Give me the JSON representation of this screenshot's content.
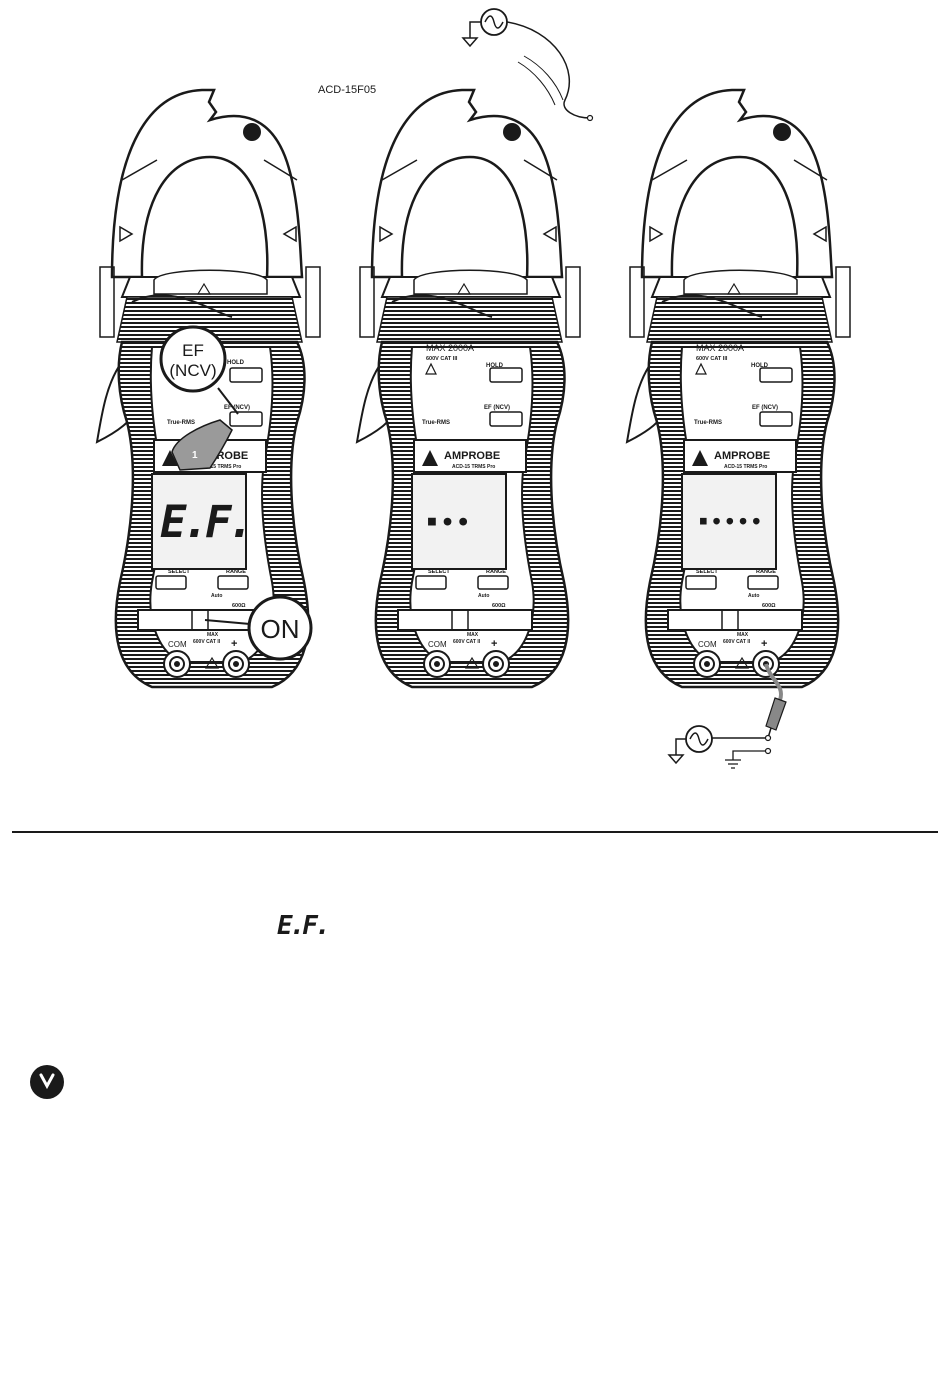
{
  "figure": {
    "label": "ACD-15F05",
    "callout_button": "EF\n(NCV)",
    "callout_power": "ON",
    "step_number": "1"
  },
  "meter": {
    "brand": "AMPROBE",
    "model": "ACD-15 TRMS Pro",
    "max_current": "MAX 2000A",
    "category": "600V CAT III",
    "hold_label": "HOLD",
    "ef_label": "EF (NCV)",
    "true_rms": "True-RMS",
    "select_label": "SELECT",
    "range_label": "RANGE",
    "auto_label": "Auto",
    "resistance_range": "600Ω",
    "com_label": "COM",
    "jack_max": "MAX",
    "jack_category": "600V CAT II",
    "plus_label": "+"
  },
  "displays": {
    "left": "E.F.",
    "middle": "■ ● ●",
    "right": "■ ● ● ● ●"
  },
  "text_section": {
    "inline_symbol": "E.F."
  },
  "colors": {
    "ink": "#1a1a1a",
    "lcd_bg": "#f2f2f2",
    "finger": "#9a9a9a",
    "probe": "#888888"
  }
}
